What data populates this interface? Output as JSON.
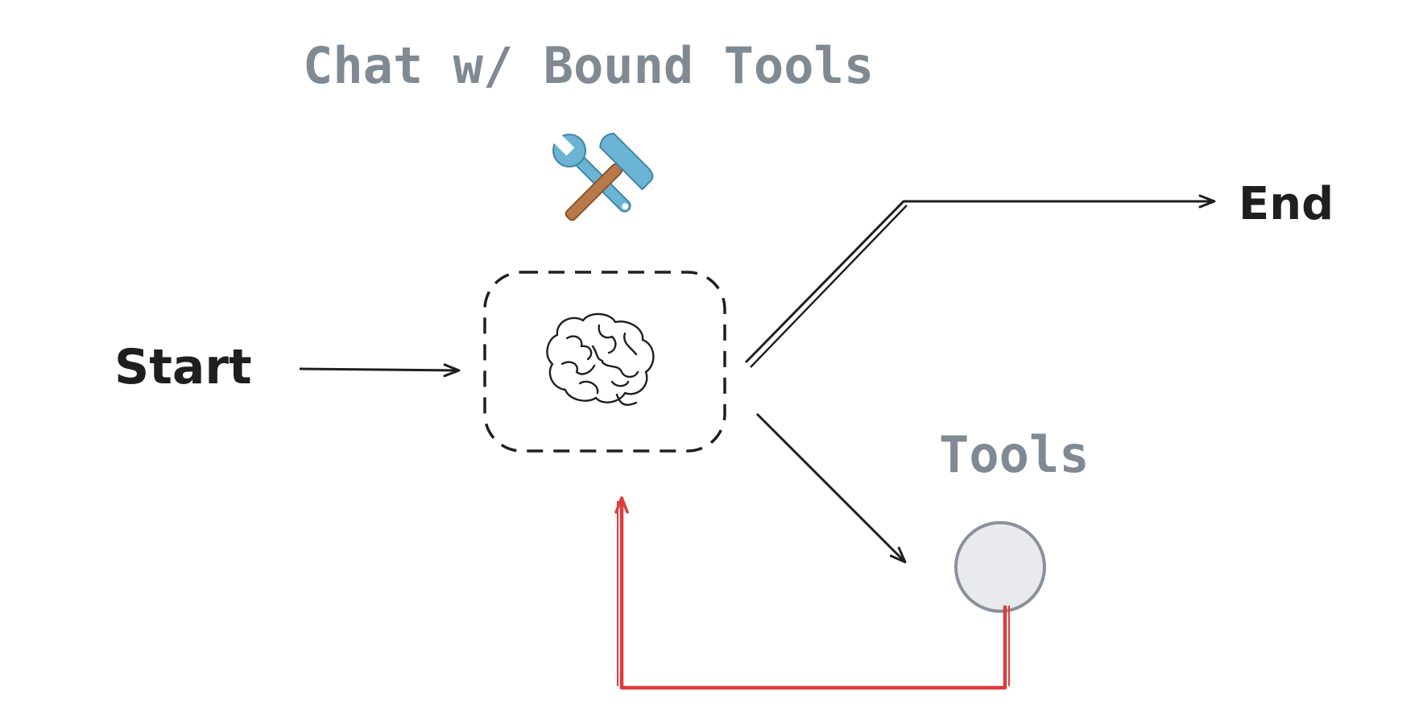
{
  "diagram": {
    "title": "Chat w/ Bound Tools",
    "start_label": "Start",
    "end_label": "End",
    "tools_label": "Tools",
    "icons": {
      "tools": "hammer-and-wrench-icon",
      "brain": "brain-icon"
    },
    "colors": {
      "ink": "#1f1f1f",
      "title_gray": "#808a93",
      "return_edge": "#e03b3b",
      "tools_node_fill": "#e8eaed",
      "tools_node_stroke": "#8a9199"
    }
  }
}
